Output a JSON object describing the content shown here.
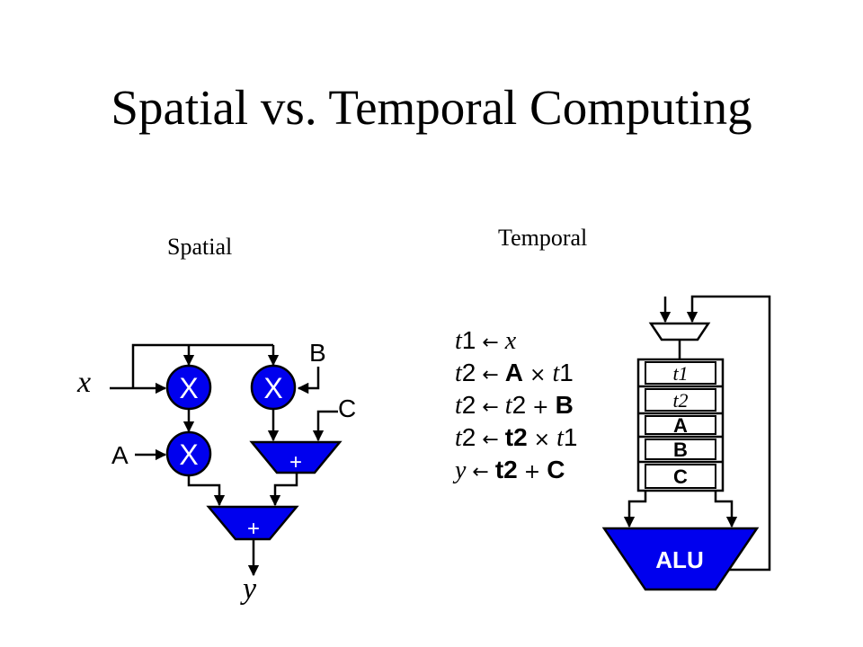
{
  "title": "Spatial vs. Temporal Computing",
  "spatial": {
    "heading": "Spatial",
    "input_x": "x",
    "input_a": "A",
    "input_b": "B",
    "input_c": "C",
    "mult_label": "X",
    "add_label": "+",
    "output_y": "y"
  },
  "temporal": {
    "heading": "Temporal",
    "program": [
      [
        {
          "t": "t",
          "s": "var"
        },
        {
          "t": "1",
          "s": "sans"
        },
        {
          "t": " ← ",
          "s": "sym"
        },
        {
          "t": "x",
          "s": "var"
        }
      ],
      [
        {
          "t": "t",
          "s": "var"
        },
        {
          "t": "2",
          "s": "sans"
        },
        {
          "t": " ← ",
          "s": "sym"
        },
        {
          "t": "A",
          "s": "bold"
        },
        {
          "t": " × ",
          "s": "sym"
        },
        {
          "t": "t",
          "s": "var"
        },
        {
          "t": "1",
          "s": "sans"
        }
      ],
      [
        {
          "t": "t",
          "s": "var"
        },
        {
          "t": "2",
          "s": "sans"
        },
        {
          "t": " ← ",
          "s": "sym"
        },
        {
          "t": "t",
          "s": "var"
        },
        {
          "t": "2",
          "s": "sans"
        },
        {
          "t": " + ",
          "s": "sym"
        },
        {
          "t": "B",
          "s": "bold"
        }
      ],
      [
        {
          "t": "t",
          "s": "var"
        },
        {
          "t": "2",
          "s": "sans"
        },
        {
          "t": " ← ",
          "s": "sym"
        },
        {
          "t": "t2",
          "s": "bold"
        },
        {
          "t": " × ",
          "s": "sym"
        },
        {
          "t": "t",
          "s": "var"
        },
        {
          "t": "1",
          "s": "sans"
        }
      ],
      [
        {
          "t": "y",
          "s": "var"
        },
        {
          "t": " ← ",
          "s": "sym"
        },
        {
          "t": "t2",
          "s": "bold"
        },
        {
          "t": " + ",
          "s": "sym"
        },
        {
          "t": "C",
          "s": "bold"
        }
      ]
    ],
    "registers": [
      "t1",
      "t2",
      "A",
      "B",
      "C"
    ],
    "alu_label": "ALU"
  },
  "colors": {
    "unit_fill": "#0000ee",
    "wire": "#000000"
  }
}
